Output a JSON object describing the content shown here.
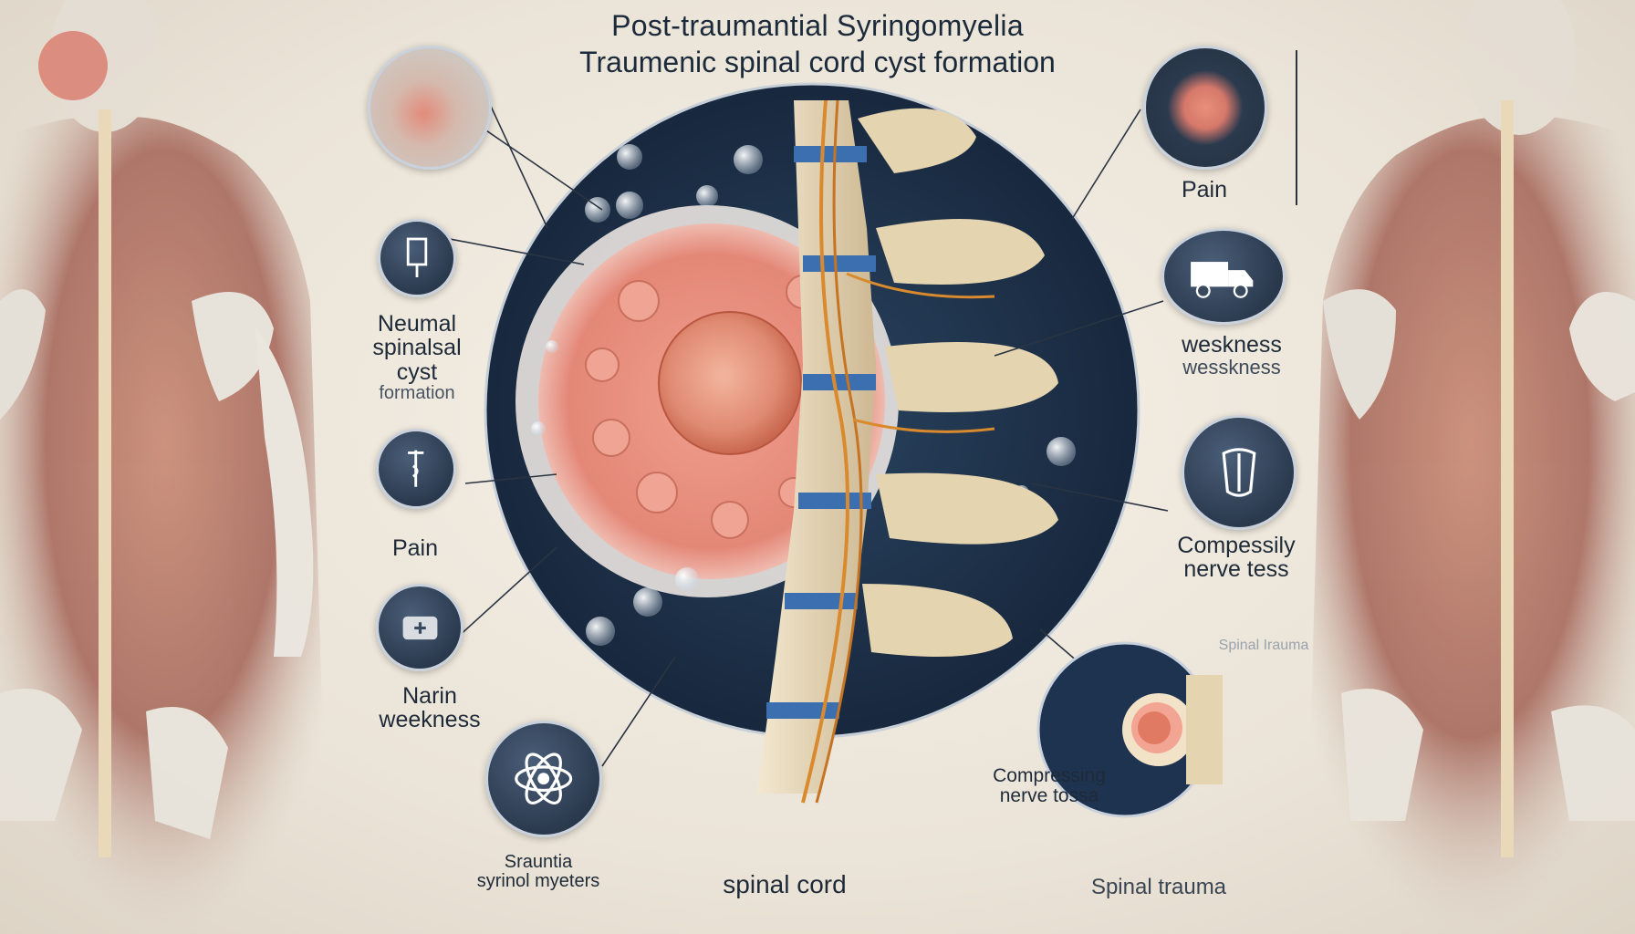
{
  "title": "Post-traumantial Syringomyelia",
  "subtitle": "Traumenic spinal cord cyst formation",
  "left_labels": {
    "cyst_line1": "Neumal",
    "cyst_line2": "spinalsal",
    "cyst_line3": "cyst",
    "cyst_line4": "formation",
    "pain": "Pain",
    "weakness_line1": "Narin",
    "weakness_line2": "weekness",
    "bottom_line1": "Srauntia",
    "bottom_line2": "syrinol myeters"
  },
  "right_labels": {
    "pain": "Pain",
    "weakness_line1": "weskness",
    "weakness_line2": "wesskness",
    "compress_line1": "Compessily",
    "compress_line2": "nerve tess",
    "trauma_small": "Spinal Irauma",
    "compress2_line1": "Compressing",
    "compress2_line2": "nerve tossa"
  },
  "bottom_labels": {
    "spinal_cord": "spinal cord",
    "spinal_trauma": "Spinal trauma"
  },
  "icons": {
    "brain_tissue": "tissue-circle-icon",
    "iv_drip": "iv-drip-icon",
    "syringe": "syringe-icon",
    "bandage": "bandage-icon",
    "atom": "atom-icon",
    "pain_scan": "cyst-scan-icon",
    "truck": "truck-icon",
    "anatomy": "anatomy-icon",
    "spine_closeup": "spine-closeup-icon"
  },
  "colors": {
    "background": "#ebe4d8",
    "circle_dark": "#1e2f45",
    "cyst": "#e8917d",
    "bone": "#e6d7b9",
    "disc": "#3c6fb0",
    "nerve": "#d98a2e",
    "muscle": "#b86a5a"
  }
}
